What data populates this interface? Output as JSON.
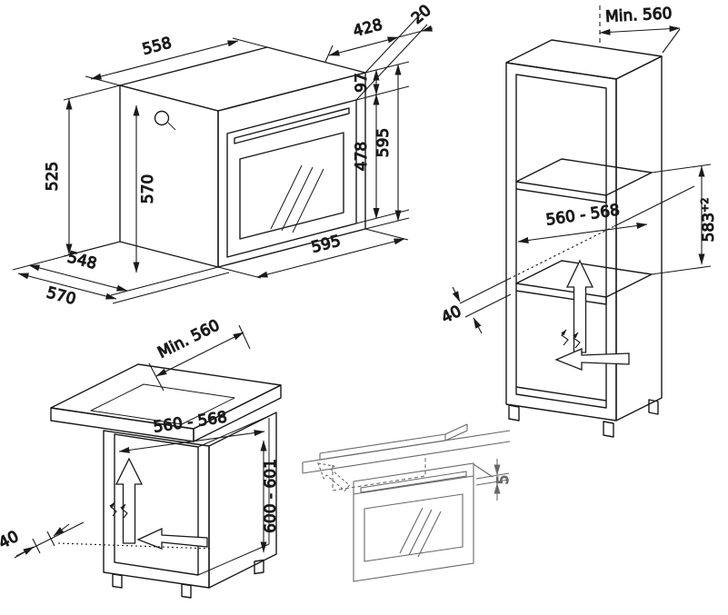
{
  "figure": {
    "background": "#ffffff",
    "line_color": "#1a1a1a",
    "detail_line_color": "#686868"
  },
  "oven_view": {
    "top_width": "558",
    "top_depth": "428",
    "front_overlap": "20",
    "panel_height": "97",
    "door_height": "478",
    "overall_height": "595",
    "rear_height": "525",
    "inner_height": "570",
    "front_width": "595",
    "body_depth": "548",
    "overall_depth": "570"
  },
  "tall_cabinet_view": {
    "min_depth": "Min. 560",
    "niche_width": "560 - 568",
    "niche_height": "583",
    "niche_height_tolerance": "+2",
    "rear_gap": "40"
  },
  "base_cabinet_view": {
    "min_depth": "Min. 560",
    "niche_width": "560 - 568",
    "niche_height": "600 - 601",
    "rear_gap": "40"
  },
  "hob_detail_view": {
    "clearance": "5"
  }
}
